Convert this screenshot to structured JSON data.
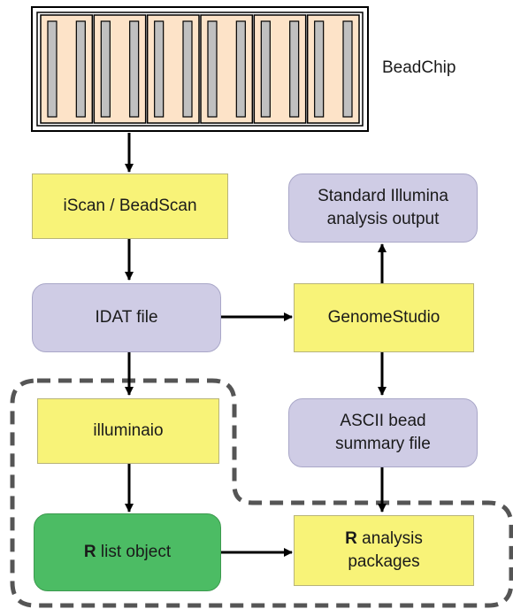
{
  "beadchip": {
    "label": "BeadChip",
    "sections": 6
  },
  "nodes": {
    "iscan": {
      "label": "iScan / BeadScan"
    },
    "idat": {
      "label": "IDAT file"
    },
    "genomestudio": {
      "label": "GenomeStudio"
    },
    "illumina_output": {
      "label": "Standard Illumina\nanalysis output"
    },
    "ascii": {
      "label": "ASCII bead\nsummary file"
    },
    "illuminaio": {
      "label": "illuminaio"
    },
    "r_list": {
      "bold": "R",
      "label": " list object"
    },
    "r_packages": {
      "bold": "R",
      "label": " analysis\npackages"
    }
  },
  "colors": {
    "yellow_box": "#f8f378",
    "lavender_box": "#cfcce5",
    "green_box": "#4cbc64",
    "chip_fill": "#fde3c8",
    "chip_bar": "#c0c0c0"
  }
}
